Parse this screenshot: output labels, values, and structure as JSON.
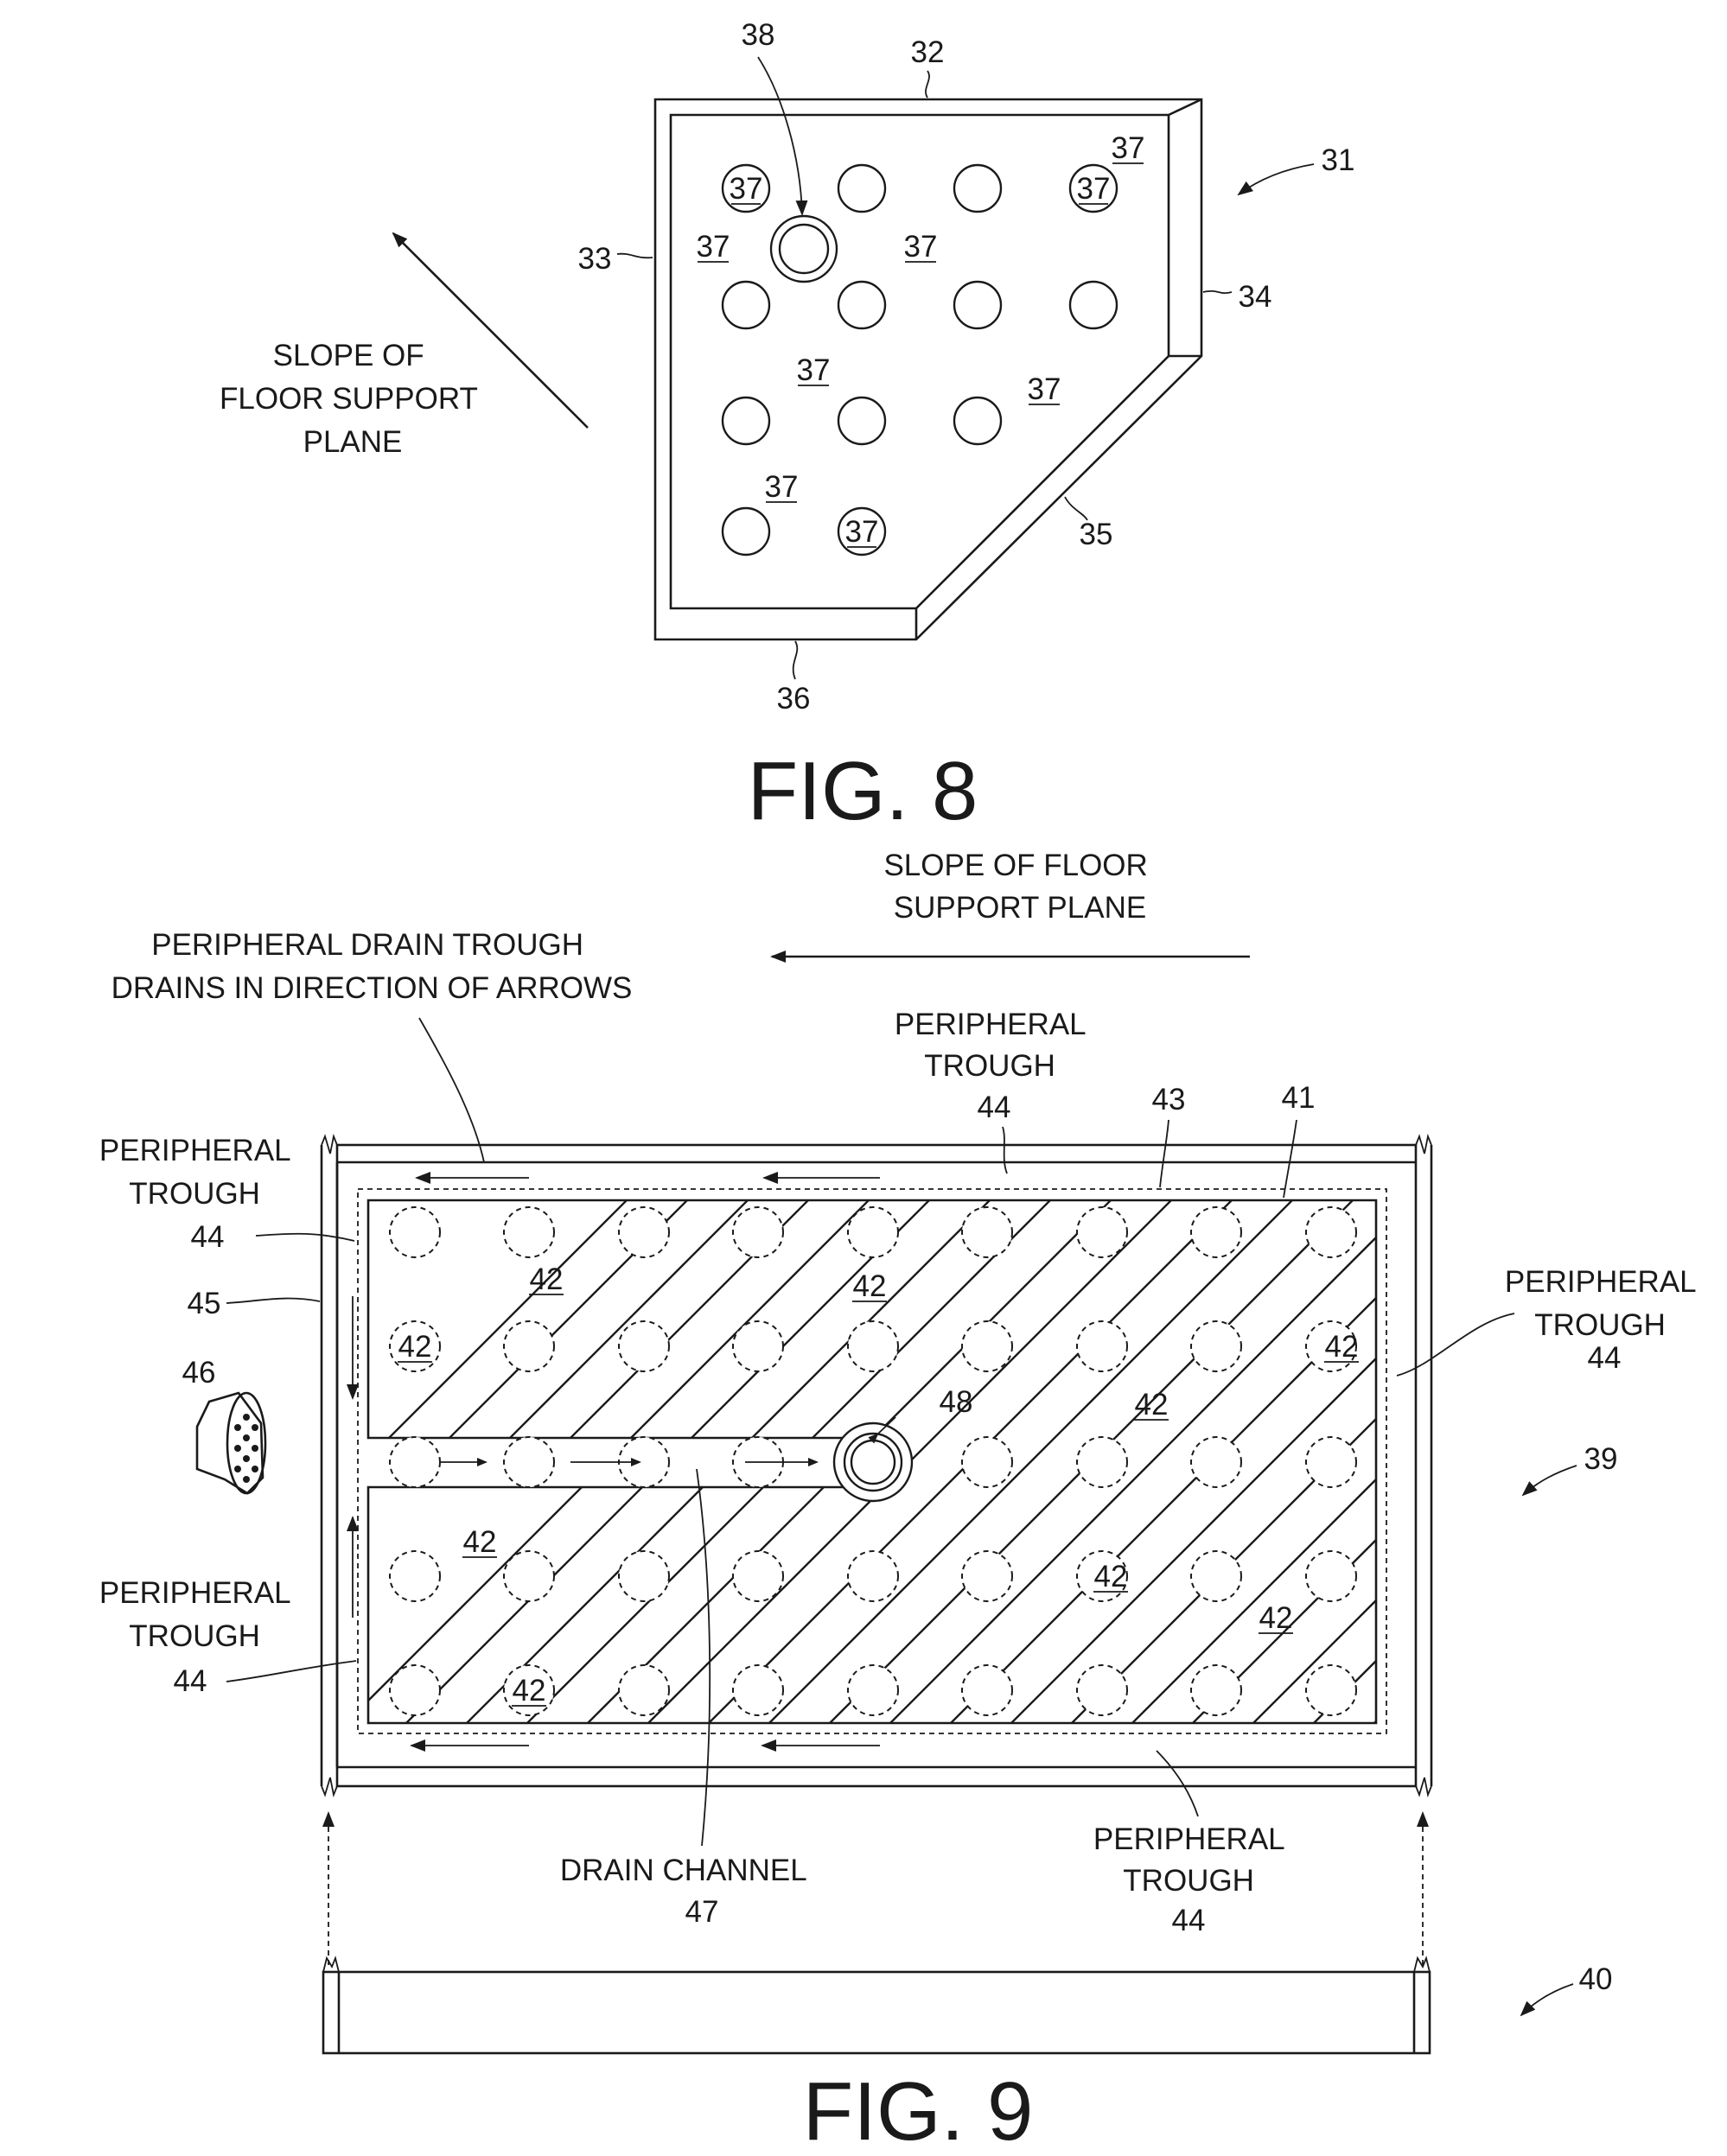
{
  "fig8": {
    "title": "FIG. 8",
    "slope_label": [
      "SLOPE OF",
      "FLOOR SUPPORT",
      "PLANE"
    ],
    "refs": {
      "r31": "31",
      "r32": "32",
      "r33": "33",
      "r34": "34",
      "r35": "35",
      "r36": "36",
      "r38": "38",
      "r37": "37"
    }
  },
  "fig9": {
    "title": "FIG. 9",
    "slope_label": [
      "SLOPE OF FLOOR",
      "SUPPORT PLANE"
    ],
    "drain_trough_note": [
      "PERIPHERAL DRAIN TROUGH",
      "DRAINS IN DIRECTION OF ARROWS"
    ],
    "peripheral_trough": [
      "PERIPHERAL",
      "TROUGH"
    ],
    "drain_channel": "DRAIN CHANNEL",
    "refs": {
      "r39": "39",
      "r40": "40",
      "r41": "41",
      "r42": "42",
      "r43": "43",
      "r44": "44",
      "r45": "45",
      "r46": "46",
      "r47": "47",
      "r48": "48"
    }
  }
}
